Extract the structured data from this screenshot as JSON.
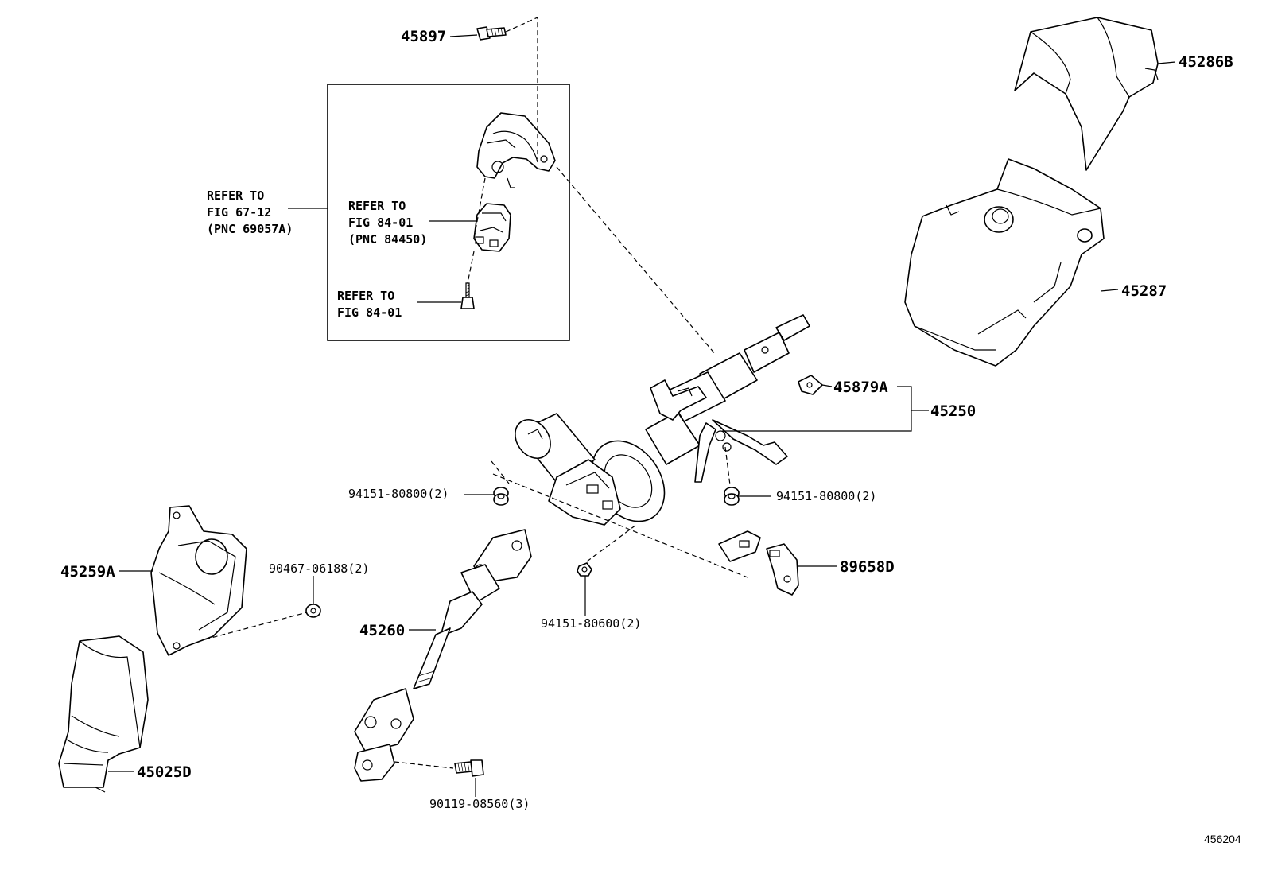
{
  "callouts": {
    "p45897": "45897",
    "p45286B": "45286B",
    "p45287": "45287",
    "p45879A": "45879A",
    "p45250": "45250",
    "p94151_80800_left": "94151-80800(2)",
    "p94151_80800_right": "94151-80800(2)",
    "p89658D": "89658D",
    "p94151_80600": "94151-80600(2)",
    "p90467_06188": "90467-06188(2)",
    "p45259A": "45259A",
    "p45260": "45260",
    "p45025D": "45025D",
    "p90119_08560": "90119-08560(3)"
  },
  "refer_notes": {
    "fig67": [
      "REFER TO",
      "FIG 67-12",
      "(PNC 69057A)"
    ],
    "fig84_a": [
      "REFER TO",
      "FIG 84-01",
      "(PNC 84450)"
    ],
    "fig84_b": [
      "REFER TO",
      "FIG 84-01"
    ]
  },
  "figure_number": "456204"
}
